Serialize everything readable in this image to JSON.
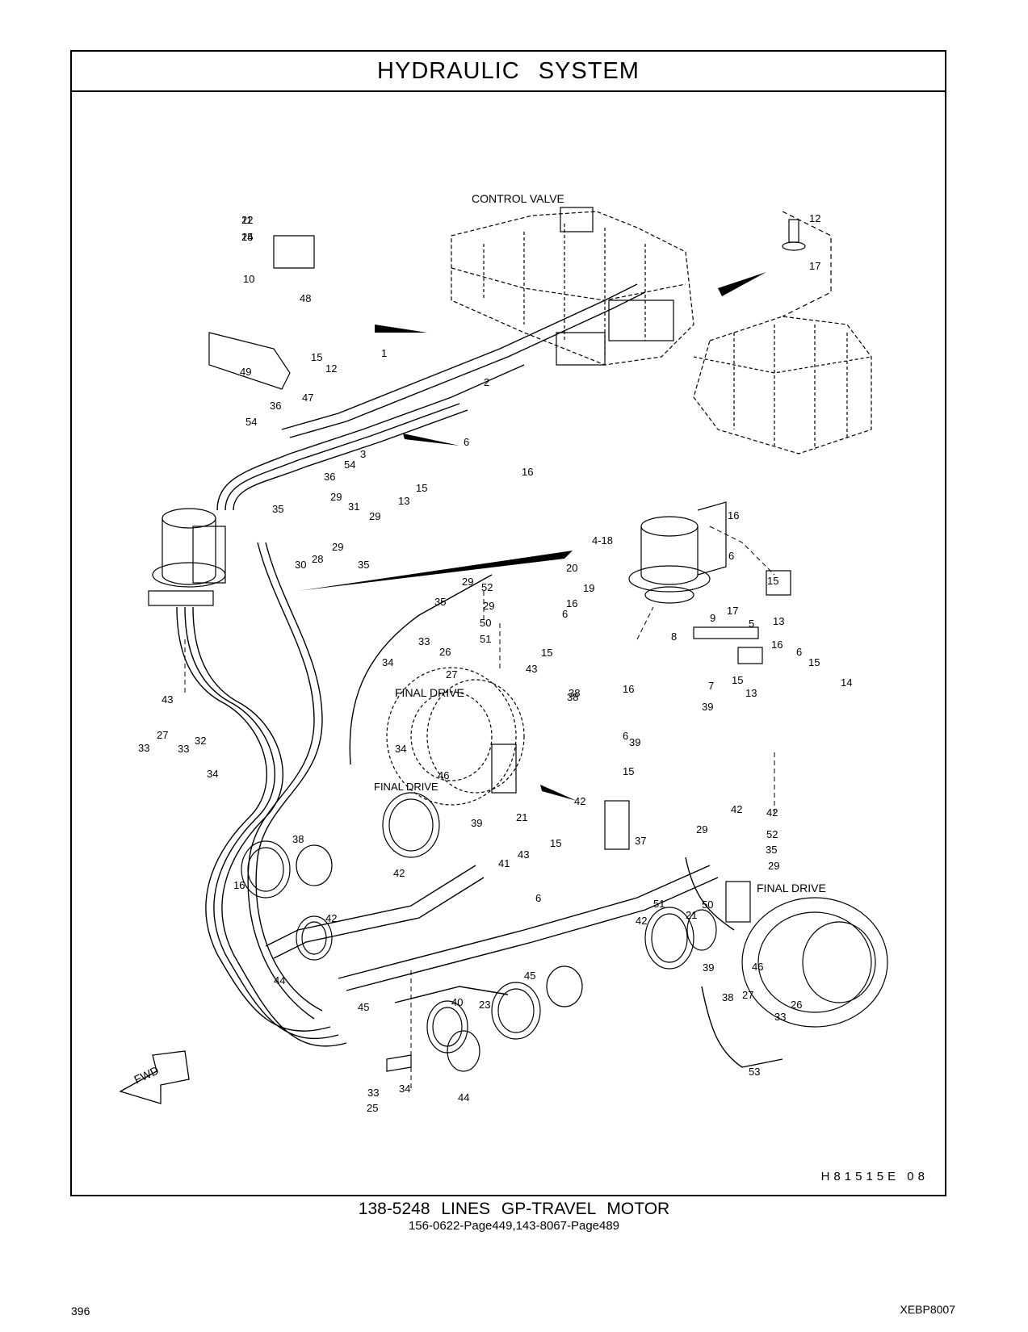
{
  "header": {
    "title": "HYDRAULIC   SYSTEM"
  },
  "labels": {
    "control_valve": "CONTROL VALVE",
    "final_drive_left": "FINAL DRIVE",
    "final_drive_right": "FINAL DRIVE",
    "fwd": "FWD"
  },
  "callouts": [
    "11",
    "15",
    "10",
    "48",
    "49",
    "15",
    "12",
    "1",
    "2",
    "36",
    "47",
    "54",
    "3",
    "54",
    "36",
    "12",
    "17",
    "6",
    "16",
    "13",
    "15",
    "35",
    "29",
    "31",
    "29",
    "30",
    "28",
    "29",
    "35",
    "4-18",
    "16",
    "6",
    "15",
    "13",
    "20",
    "19",
    "16",
    "17",
    "5",
    "16",
    "6",
    "15",
    "14",
    "9",
    "8",
    "7",
    "15",
    "13",
    "38",
    "39",
    "29",
    "52",
    "35",
    "29",
    "50",
    "51",
    "33",
    "26",
    "34",
    "27",
    "6",
    "15",
    "43",
    "38",
    "16",
    "6",
    "39",
    "15",
    "43",
    "27",
    "33",
    "32",
    "33",
    "34",
    "34",
    "FINAL DRIVE",
    "46",
    "39",
    "38",
    "42",
    "21",
    "37",
    "41",
    "43",
    "15",
    "6",
    "16",
    "42",
    "44",
    "42",
    "45",
    "40",
    "23",
    "45",
    "44",
    "42",
    "42",
    "29",
    "52",
    "35",
    "29",
    "50",
    "51",
    "21",
    "42",
    "39",
    "46",
    "38",
    "27",
    "26",
    "33",
    "53",
    "33",
    "34",
    "25",
    "22",
    "24"
  ],
  "drawing_number": "H81515E   08",
  "caption": {
    "main": "138-5248  LINES  GP-TRAVEL  MOTOR",
    "sub": "156-0622-Page449,143-8067-Page489"
  },
  "footer": {
    "page_number": "396",
    "doc_id": "XEBP8007"
  }
}
